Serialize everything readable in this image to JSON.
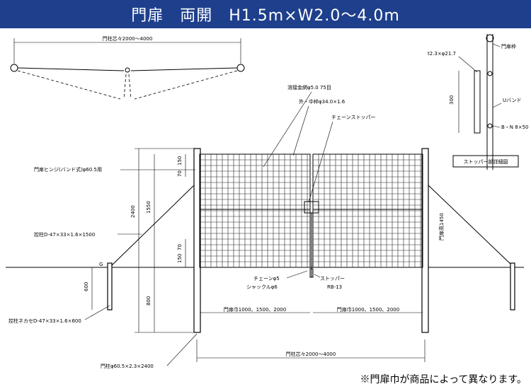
{
  "header": {
    "title": "門扉　両開　H1.5m×W2.0〜4.0m"
  },
  "top_view": {
    "span_label": "門柱芯々2000〜4000"
  },
  "detail": {
    "pipe_label": "t2.3×φ21.7",
    "frame_label": "門扉枠",
    "dim_300": "300",
    "band_label": "Uバンド",
    "bolt_label": "B・N 8×50",
    "box_label": "ストッパー部詳細図"
  },
  "front": {
    "mesh_label": "溶接金網φ5.0 75目",
    "frame_label": "外・中枠φ34.0×1.6",
    "chain_stopper_label": "チェーンストッパー",
    "hinge_label": "門扉ヒンジ(バンド式)φ60.5用",
    "brace_label": "控柱D-47×33×1.6×1500",
    "anchor_label": "控柱ネカセD-47×33×1.6×600",
    "post_label": "門柱φ60.5×2.3×2400",
    "chain_label": "チェーンφ5",
    "shackle_label": "シャックルφ6",
    "stopper_label": "ストッパー",
    "rb_label": "RB-13",
    "gate_height_label": "門扉高1450",
    "dim_2400": "2400",
    "dim_1550": "1550",
    "dim_800": "800",
    "dim_600": "600",
    "dim_70a": "70",
    "dim_150a": "150",
    "dim_70b": "70",
    "dim_150b": "150",
    "width_left_label": "門扉巾1000、1500、2000",
    "width_right_label": "門扉巾1000、1500、2000",
    "span_label": "門柱芯々2000〜4000",
    "ground_mark": "G"
  },
  "footer": {
    "note": "※門扉巾が商品によって異なります。"
  }
}
